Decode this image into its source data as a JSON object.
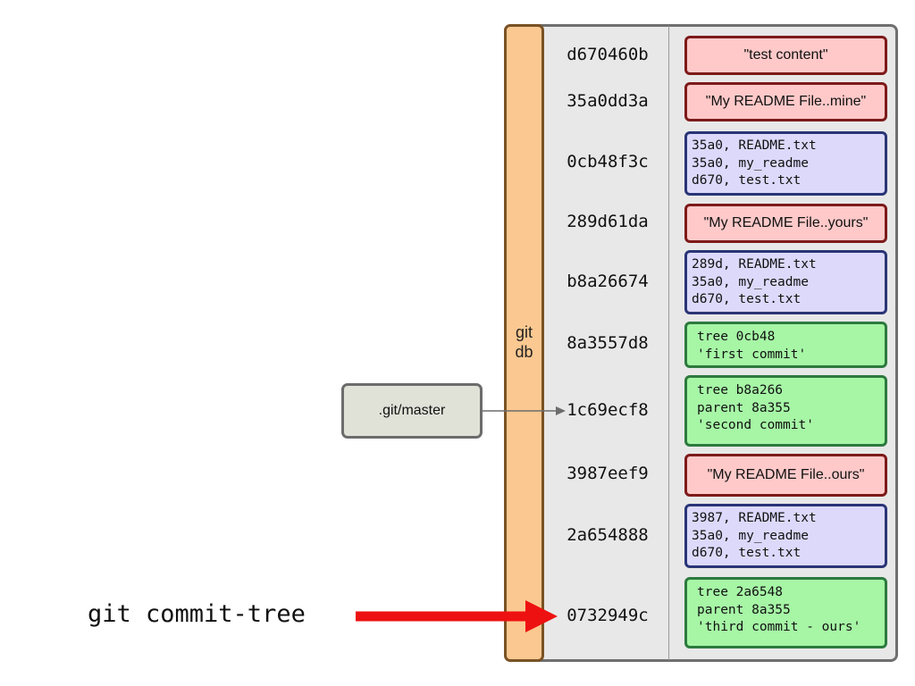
{
  "database": {
    "label": "git\ndb"
  },
  "objects": [
    {
      "hash": "d670460b",
      "kind": "blob",
      "lines": [
        "\"test content\""
      ]
    },
    {
      "hash": "35a0dd3a",
      "kind": "blob",
      "lines": [
        "\"My README File..mine\""
      ]
    },
    {
      "hash": "0cb48f3c",
      "kind": "tree",
      "lines": [
        "35a0, README.txt",
        "35a0, my_readme",
        "d670, test.txt"
      ]
    },
    {
      "hash": "289d61da",
      "kind": "blob",
      "lines": [
        "\"My README File..yours\""
      ]
    },
    {
      "hash": "b8a26674",
      "kind": "tree",
      "lines": [
        "289d, README.txt",
        "35a0, my_readme",
        "d670, test.txt"
      ]
    },
    {
      "hash": "8a3557d8",
      "kind": "commit",
      "lines": [
        "tree 0cb48",
        "'first commit'"
      ]
    },
    {
      "hash": "1c69ecf8",
      "kind": "commit",
      "lines": [
        "tree b8a266",
        "parent 8a355",
        "'second commit'"
      ]
    },
    {
      "hash": "3987eef9",
      "kind": "blob",
      "lines": [
        "\"My README File..ours\""
      ]
    },
    {
      "hash": "2a654888",
      "kind": "tree",
      "lines": [
        "3987, README.txt",
        "35a0, my_readme",
        "d670, test.txt"
      ]
    },
    {
      "hash": "0732949c",
      "kind": "commit",
      "lines": [
        "tree 2a6548",
        "parent 8a355",
        "'third commit - ours'"
      ]
    }
  ],
  "master_ref": {
    "label": ".git/master"
  },
  "command": {
    "text": "git commit-tree"
  },
  "colors": {
    "blob_fill": "#ffc9c9",
    "tree_fill": "#dcd9fb",
    "commit_fill": "#a6f6a6",
    "db_bar_fill": "#fbc891",
    "command_arrow": "#ee1111"
  }
}
